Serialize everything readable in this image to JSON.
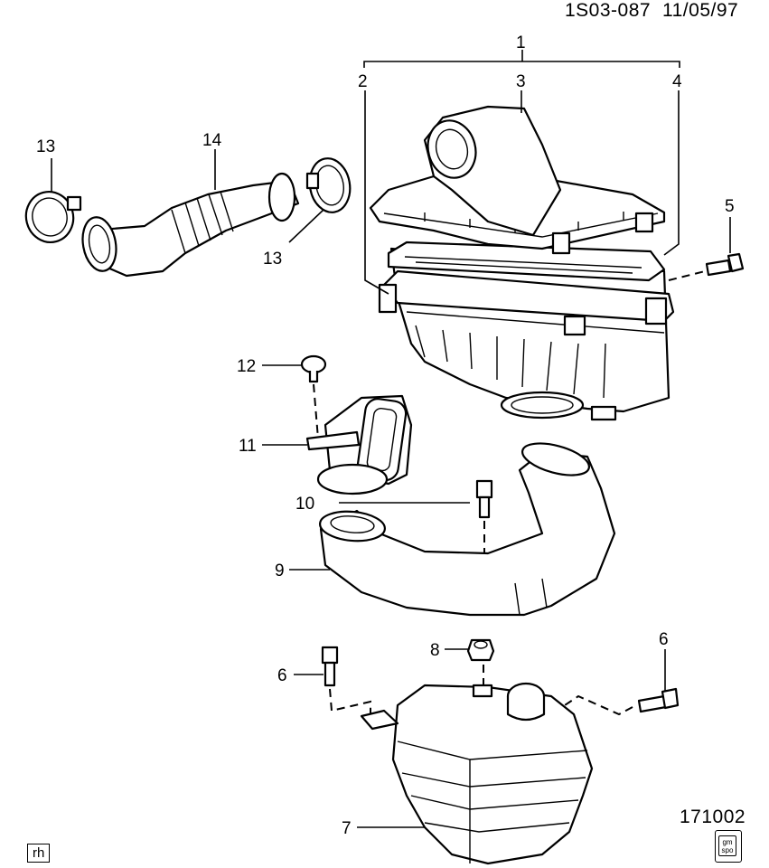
{
  "header": {
    "drawing_id": "1S03-087",
    "date": "11/05/97"
  },
  "figure_number": "171002",
  "view_tag": "rh",
  "logo": {
    "line1": "gm",
    "line2": "spo"
  },
  "callouts": [
    "1",
    "2",
    "3",
    "4",
    "5",
    "12",
    "11",
    "10",
    "9",
    "8",
    "6",
    "6",
    "7",
    "13",
    "14",
    "13"
  ]
}
